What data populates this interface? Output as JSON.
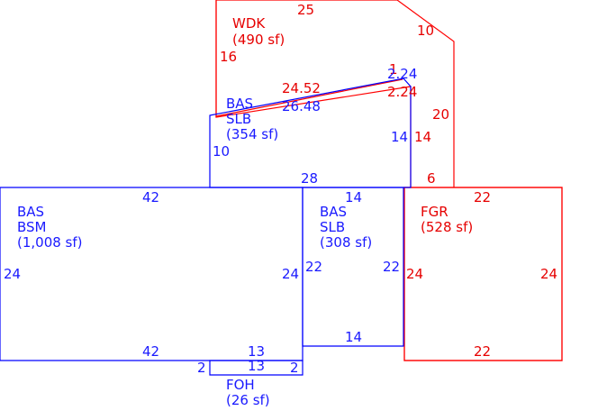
{
  "colors": {
    "blue": "#1a1aff",
    "red": "#e60000"
  },
  "areas": {
    "wdk": {
      "code": "WDK",
      "size": "(490 sf)"
    },
    "bas_slb_top": {
      "code": "BAS",
      "sub": "SLB",
      "size": "(354 sf)"
    },
    "bas_bsm": {
      "code": "BAS",
      "sub": "BSM",
      "size": "(1,008 sf)"
    },
    "bas_slb_mid": {
      "code": "BAS",
      "sub": "SLB",
      "size": "(308 sf)"
    },
    "fgr": {
      "code": "FGR",
      "size": "(528 sf)"
    },
    "foh": {
      "code": "FOH",
      "size": "(26 sf)"
    }
  },
  "dimensions": {
    "wdk_top": "25",
    "wdk_diag": "10",
    "wdk_left": "16",
    "wdk_slope": "24.52",
    "wdk_notch_tick": "1",
    "wdk_notch": "2.24",
    "wdk_right": "20",
    "wdk_inner_right": "14",
    "wdk_bottom": "6",
    "slb_top_slope": "26.48",
    "slb_top_notch": "2.24",
    "slb_top_left": "10",
    "slb_top_right": "14",
    "slb_top_bottom": "28",
    "bsm_top": "42",
    "bsm_left": "24",
    "bsm_right": "24",
    "bsm_bottom": "42",
    "slb_mid_top": "14",
    "slb_mid_left": "22",
    "slb_mid_right": "22",
    "slb_mid_bottom": "14",
    "fgr_top": "22",
    "fgr_left": "24",
    "fgr_right": "24",
    "fgr_bottom": "22",
    "foh_top": "13",
    "foh_bottom": "13",
    "foh_left": "2",
    "foh_right": "2"
  }
}
